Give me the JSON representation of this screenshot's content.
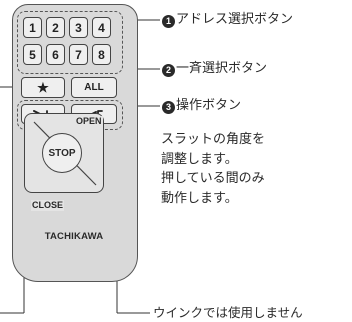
{
  "remote": {
    "address_keys": [
      "1",
      "2",
      "3",
      "4",
      "5",
      "6",
      "7",
      "8"
    ],
    "star_label": "★",
    "all_label": "ALL",
    "open_label": "OPEN",
    "stop_label": "STOP",
    "close_label": "CLOSE",
    "brand": "TACHIKAWA"
  },
  "callouts": {
    "address_select": {
      "number": "1",
      "label": "アドレス選択ボタン"
    },
    "bulk_select": {
      "number": "2",
      "label": "一斉選択ボタン"
    },
    "operation": {
      "number": "3",
      "label": "操作ボタン"
    },
    "operation_desc": [
      "スラットの角度を",
      "調整します。",
      "押している間のみ",
      "動作します。"
    ],
    "not_used": "ウインクでは使用しません"
  }
}
